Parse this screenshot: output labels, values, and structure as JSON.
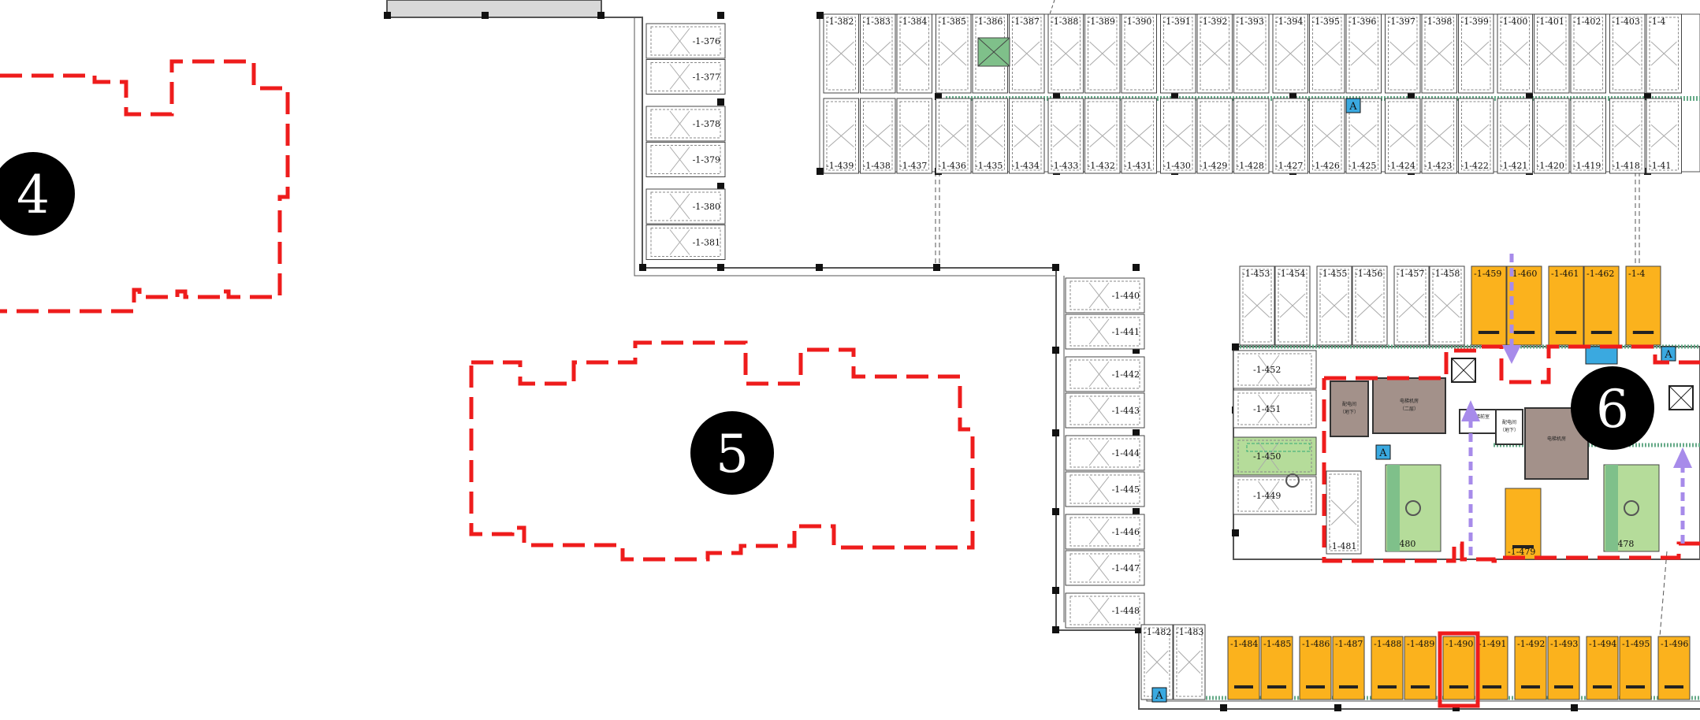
{
  "zones": [
    {
      "id": "4",
      "label": "4"
    },
    {
      "id": "5",
      "label": "5"
    },
    {
      "id": "6",
      "label": "6"
    }
  ],
  "colors": {
    "zone_outline": "#ee1c1c",
    "occupied_stall": "#fbb21d",
    "accessible_stall": "#b5dc9a",
    "equipment_room": "#a3918a",
    "arrow": "#a78bea",
    "highlight": "#ee1c1c",
    "marker": "#3aa9e0",
    "green_room": "#7fc08a",
    "line": "#555555"
  },
  "highlighted_stall": "-1-490",
  "marker_label": "A",
  "row_top_upper": [
    "-1-382",
    "-1-383",
    "-1-384",
    "-1-385",
    "-1-386",
    "-1-387",
    "-1-388",
    "-1-389",
    "-1-390",
    "-1-391",
    "-1-392",
    "-1-393",
    "-1-394",
    "-1-395",
    "-1-396",
    "-1-397",
    "-1-398",
    "-1-399",
    "-1-400",
    "-1-401",
    "-1-402",
    "-1-403",
    "-1-4"
  ],
  "row_top_lower": [
    "-1-439",
    "-1-438",
    "-1-437",
    "-1-436",
    "-1-435",
    "-1-434",
    "-1-433",
    "-1-432",
    "-1-431",
    "-1-430",
    "-1-429",
    "-1-428",
    "-1-427",
    "-1-426",
    "-1-425",
    "-1-424",
    "-1-423",
    "-1-422",
    "-1-421",
    "-1-420",
    "-1-419",
    "-1-418",
    "-1-41"
  ],
  "col_left": [
    "-1-376",
    "-1-377",
    "-1-378",
    "-1-379",
    "-1-380",
    "-1-381"
  ],
  "col_mid": [
    "-1-440",
    "-1-441",
    "-1-442",
    "-1-443",
    "-1-444",
    "-1-445",
    "-1-446",
    "-1-447",
    "-1-448"
  ],
  "row_mid_top": [
    "-1-453",
    "-1-454",
    "-1-455",
    "-1-456",
    "-1-457",
    "-1-458",
    "-1-459",
    "-1-460",
    "-1-461",
    "-1-462",
    "-1-4"
  ],
  "col_right": [
    "-1-452",
    "-1-451",
    "-1-450",
    "-1-449"
  ],
  "inner_stalls": [
    "-1-481",
    "-1-480",
    "-1-479",
    "-1-478"
  ],
  "row_bottom_plain": [
    "-1-482",
    "-1-483"
  ],
  "row_bottom": [
    "-1-484",
    "-1-485",
    "-1-486",
    "-1-487",
    "-1-488",
    "-1-489",
    "-1-490",
    "-1-491",
    "-1-492",
    "-1-493",
    "-1-494",
    "-1-495",
    "-1-496"
  ],
  "rooms": [
    "配电间\n（地下）",
    "电梯机房\n（二层）",
    "电梯前室",
    "配电间\n（地下）",
    "电梯机房"
  ]
}
